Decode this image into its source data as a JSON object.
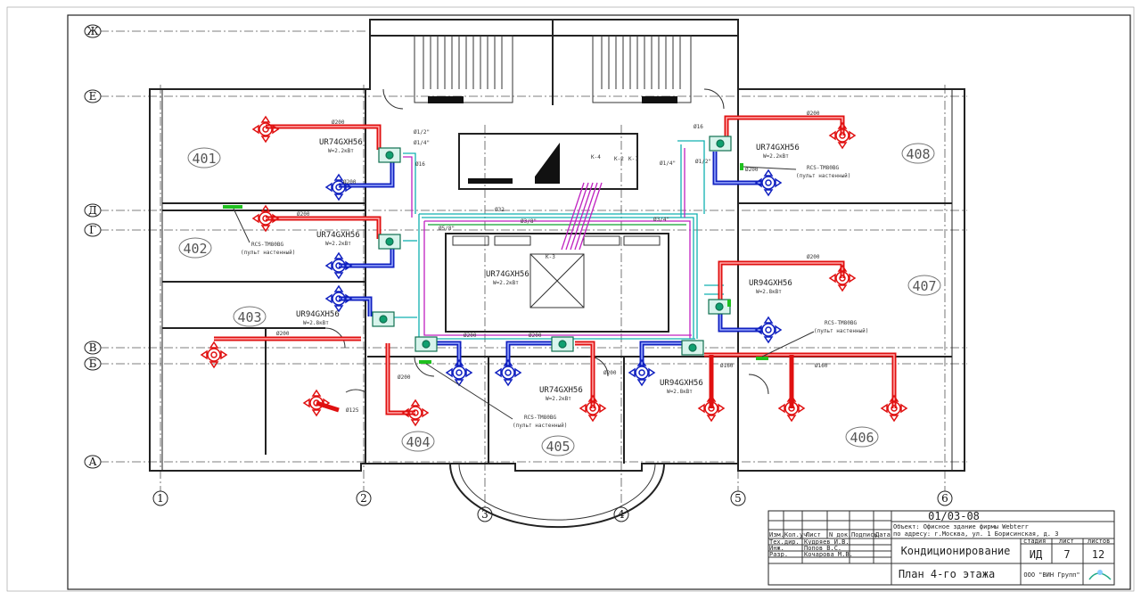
{
  "axes_rows": [
    "Ж",
    "Е",
    "Д",
    "Г",
    "В",
    "Б",
    "А"
  ],
  "axes_cols": [
    "1",
    "2",
    "3",
    "4",
    "5",
    "6"
  ],
  "rooms": [
    "401",
    "402",
    "403",
    "404",
    "405",
    "406",
    "407",
    "408"
  ],
  "units": [
    {
      "model": "UR74GXH56",
      "flow": "W=2.2кВт"
    },
    {
      "model": "UR74GXH56",
      "flow": "W=2.2кВт"
    },
    {
      "model": "UR94GXH56",
      "flow": "W=2.8кВт"
    },
    {
      "model": "UR74GXH56",
      "flow": "W=2.2кВт"
    },
    {
      "model": "UR74GXH56",
      "flow": "W=2.2кВт"
    },
    {
      "model": "UR94GXH56",
      "flow": "W=2.8кВт"
    },
    {
      "model": "UR94GXH56",
      "flow": "W=2.8кВт"
    },
    {
      "model": "UR74GXH56",
      "flow": "W=2.2кВт"
    }
  ],
  "remotes": [
    {
      "model": "RCS-TM80BG",
      "note": "(пульт настенный)"
    },
    {
      "model": "RCS-TM80BG",
      "note": "(пульт настенный)"
    },
    {
      "model": "RCS-TM80BG",
      "note": "(пульт настенный)"
    },
    {
      "model": "RCS-TM80BG",
      "note": "(пульт настенный)"
    }
  ],
  "duct_labels": [
    "Ø200",
    "Ø200",
    "Ø200",
    "Ø200",
    "Ø200",
    "Ø200",
    "Ø200",
    "Ø200",
    "Ø200",
    "Ø200",
    "Ø200",
    "Ø160",
    "Ø160",
    "Ø125"
  ],
  "pipe_labels": [
    "Ø1/2\"",
    "Ø1/4\"",
    "Ø16",
    "Ø5/8\"",
    "Ø3/8\"",
    "Ø32",
    "Ø3/4\"",
    "Ø1/2\"",
    "Ø1/4\"",
    "Ø16"
  ],
  "riser_labels": [
    "К-1",
    "К-2",
    "К-3",
    "К-4"
  ],
  "title_block": {
    "code": "01/03-08",
    "object_line1": "Объект:    Офисное здание фирмы Webterr",
    "object_line2": "по адресу: г.Москва, ул. 1 Борисинская, д. 3",
    "header_cols": [
      "Изм.",
      "Кол.уч.",
      "Лист",
      "N док.",
      "Подпись",
      "Дата"
    ],
    "roles": [
      {
        "role": "Тех.дир.",
        "name": "Кудряев И.В."
      },
      {
        "role": "Инж.",
        "name": "Попов В.С."
      },
      {
        "role": "Разр.",
        "name": "Кочарова М.В."
      }
    ],
    "section": "Кондиционирование",
    "sheet_title": "План 4-го этажа",
    "stage_label": "стадия",
    "sheet_label": "лист",
    "sheets_label": "листов",
    "stage": "ИД",
    "sheet": "7",
    "sheets": "12",
    "company": "ООО \"ВИН Групп\""
  }
}
